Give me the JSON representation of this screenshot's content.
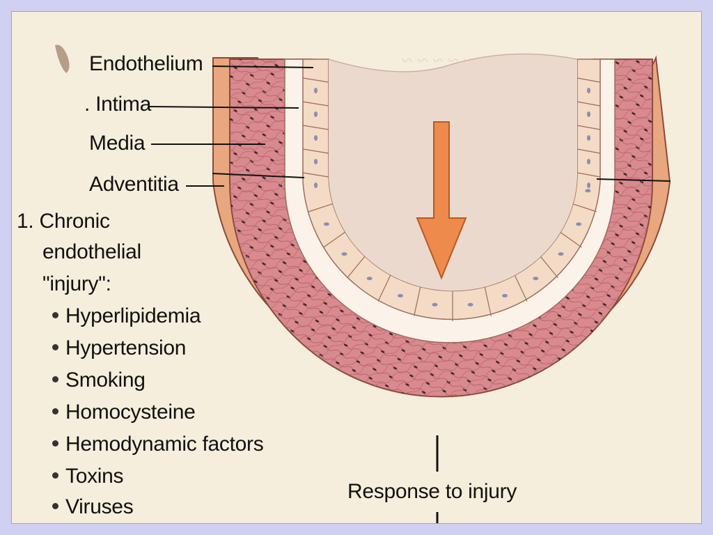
{
  "layers": {
    "endothelium": "Endothelium",
    "intima": "Intima",
    "media": "Media",
    "adventitia": "Adventitia"
  },
  "cause_heading": {
    "line1": "1. Chronic",
    "line2": "endothelial",
    "line3": "\"injury\":"
  },
  "causes": [
    "Hyperlipidemia",
    "Hypertension",
    "Smoking",
    "Homocysteine",
    "Hemodynamic factors",
    "Toxins",
    "Viruses"
  ],
  "response_label": "Response to injury",
  "colors": {
    "page_border": "#cfd0f2",
    "paper": "#f6eedc",
    "adventitia": "#e8a77f",
    "media": "#d98a8e",
    "intima": "#f3dbc6",
    "lumen": "#ecd9cd",
    "arrow": "#ee8a4b"
  }
}
